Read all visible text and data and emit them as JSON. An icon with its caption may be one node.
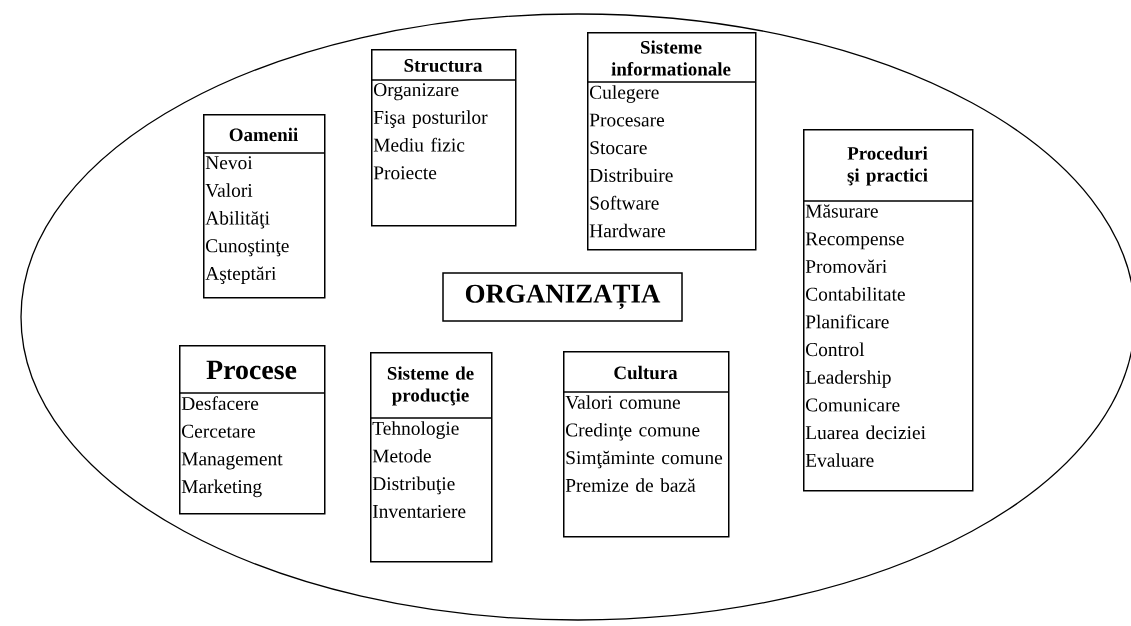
{
  "diagram": {
    "nodes": [
      {
        "text": [],
        "shape": "ellipse"
      },
      {
        "text": [
          "Oamenii",
          "Nevoi",
          "Valori",
          "Abilităţi",
          "Cunoştinţe",
          "Aşteptări"
        ],
        "in": 0
      },
      {
        "text": [
          "Structura",
          "Organizare",
          "Fişa posturilor",
          "Mediu fizic",
          "Proiecte"
        ],
        "in": 0
      },
      {
        "text": [
          "Sisteme informationale",
          "Culegere",
          "Procesare",
          "Stocare",
          "Distribuire",
          "Software",
          "Hardware"
        ],
        "in": 0
      },
      {
        "text": [
          "Proceduri şi practici",
          "Măsurare",
          "Recompense",
          "Promovări",
          "Contabilitate",
          "Planificare",
          "Control",
          "Leadership",
          "Comunicare",
          "Luarea deciziei",
          "Evaluare"
        ],
        "in": 0
      },
      {
        "text": [
          "ORGANIZAȚIA"
        ],
        "in": 0
      },
      {
        "text": [
          "Procese",
          "Desfacere",
          "Cercetare",
          "Management",
          "Marketing"
        ],
        "in": 0
      },
      {
        "text": [
          "Sisteme de producţie",
          "Tehnologie",
          "Metode",
          "Distribuţie",
          "Inventariere"
        ],
        "in": 0
      },
      {
        "text": [
          "Cultura",
          "Valori comune",
          "Credinţe comune",
          "Simţăminte comune",
          "Premize de bază"
        ],
        "in": 0
      }
    ]
  }
}
